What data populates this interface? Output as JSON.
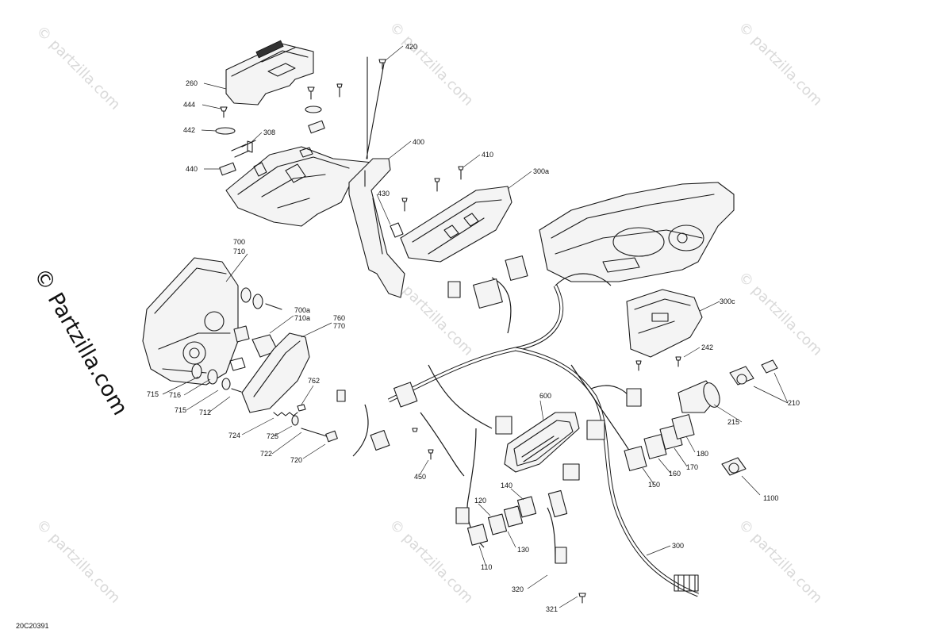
{
  "diagram": {
    "code": "20C20391",
    "watermark": "© Partzilla.com",
    "watermark_small": "© partzilla.com",
    "callouts": {
      "c420": "420",
      "c260": "260",
      "c444": "444",
      "c442": "442",
      "c308": "308",
      "c440": "440",
      "c400": "400",
      "c410": "410",
      "c300a": "300a",
      "c430": "430",
      "c700": "700",
      "c710": "710",
      "c700a": "700a",
      "c710a": "710a",
      "c760": "760",
      "c770": "770",
      "c300c": "300c",
      "c242": "242",
      "c210": "210",
      "c215": "215",
      "c715": "715",
      "c716": "716",
      "c715b": "715",
      "c712": "712",
      "c762": "762",
      "c724": "724",
      "c725": "725",
      "c722": "722",
      "c720": "720",
      "c600": "600",
      "c450": "450",
      "c180": "180",
      "c170": "170",
      "c160": "160",
      "c150": "150",
      "c1100": "1100",
      "c140": "140",
      "c120": "120",
      "c130": "130",
      "c110": "110",
      "c300": "300",
      "c320": "320",
      "c321": "321"
    }
  }
}
